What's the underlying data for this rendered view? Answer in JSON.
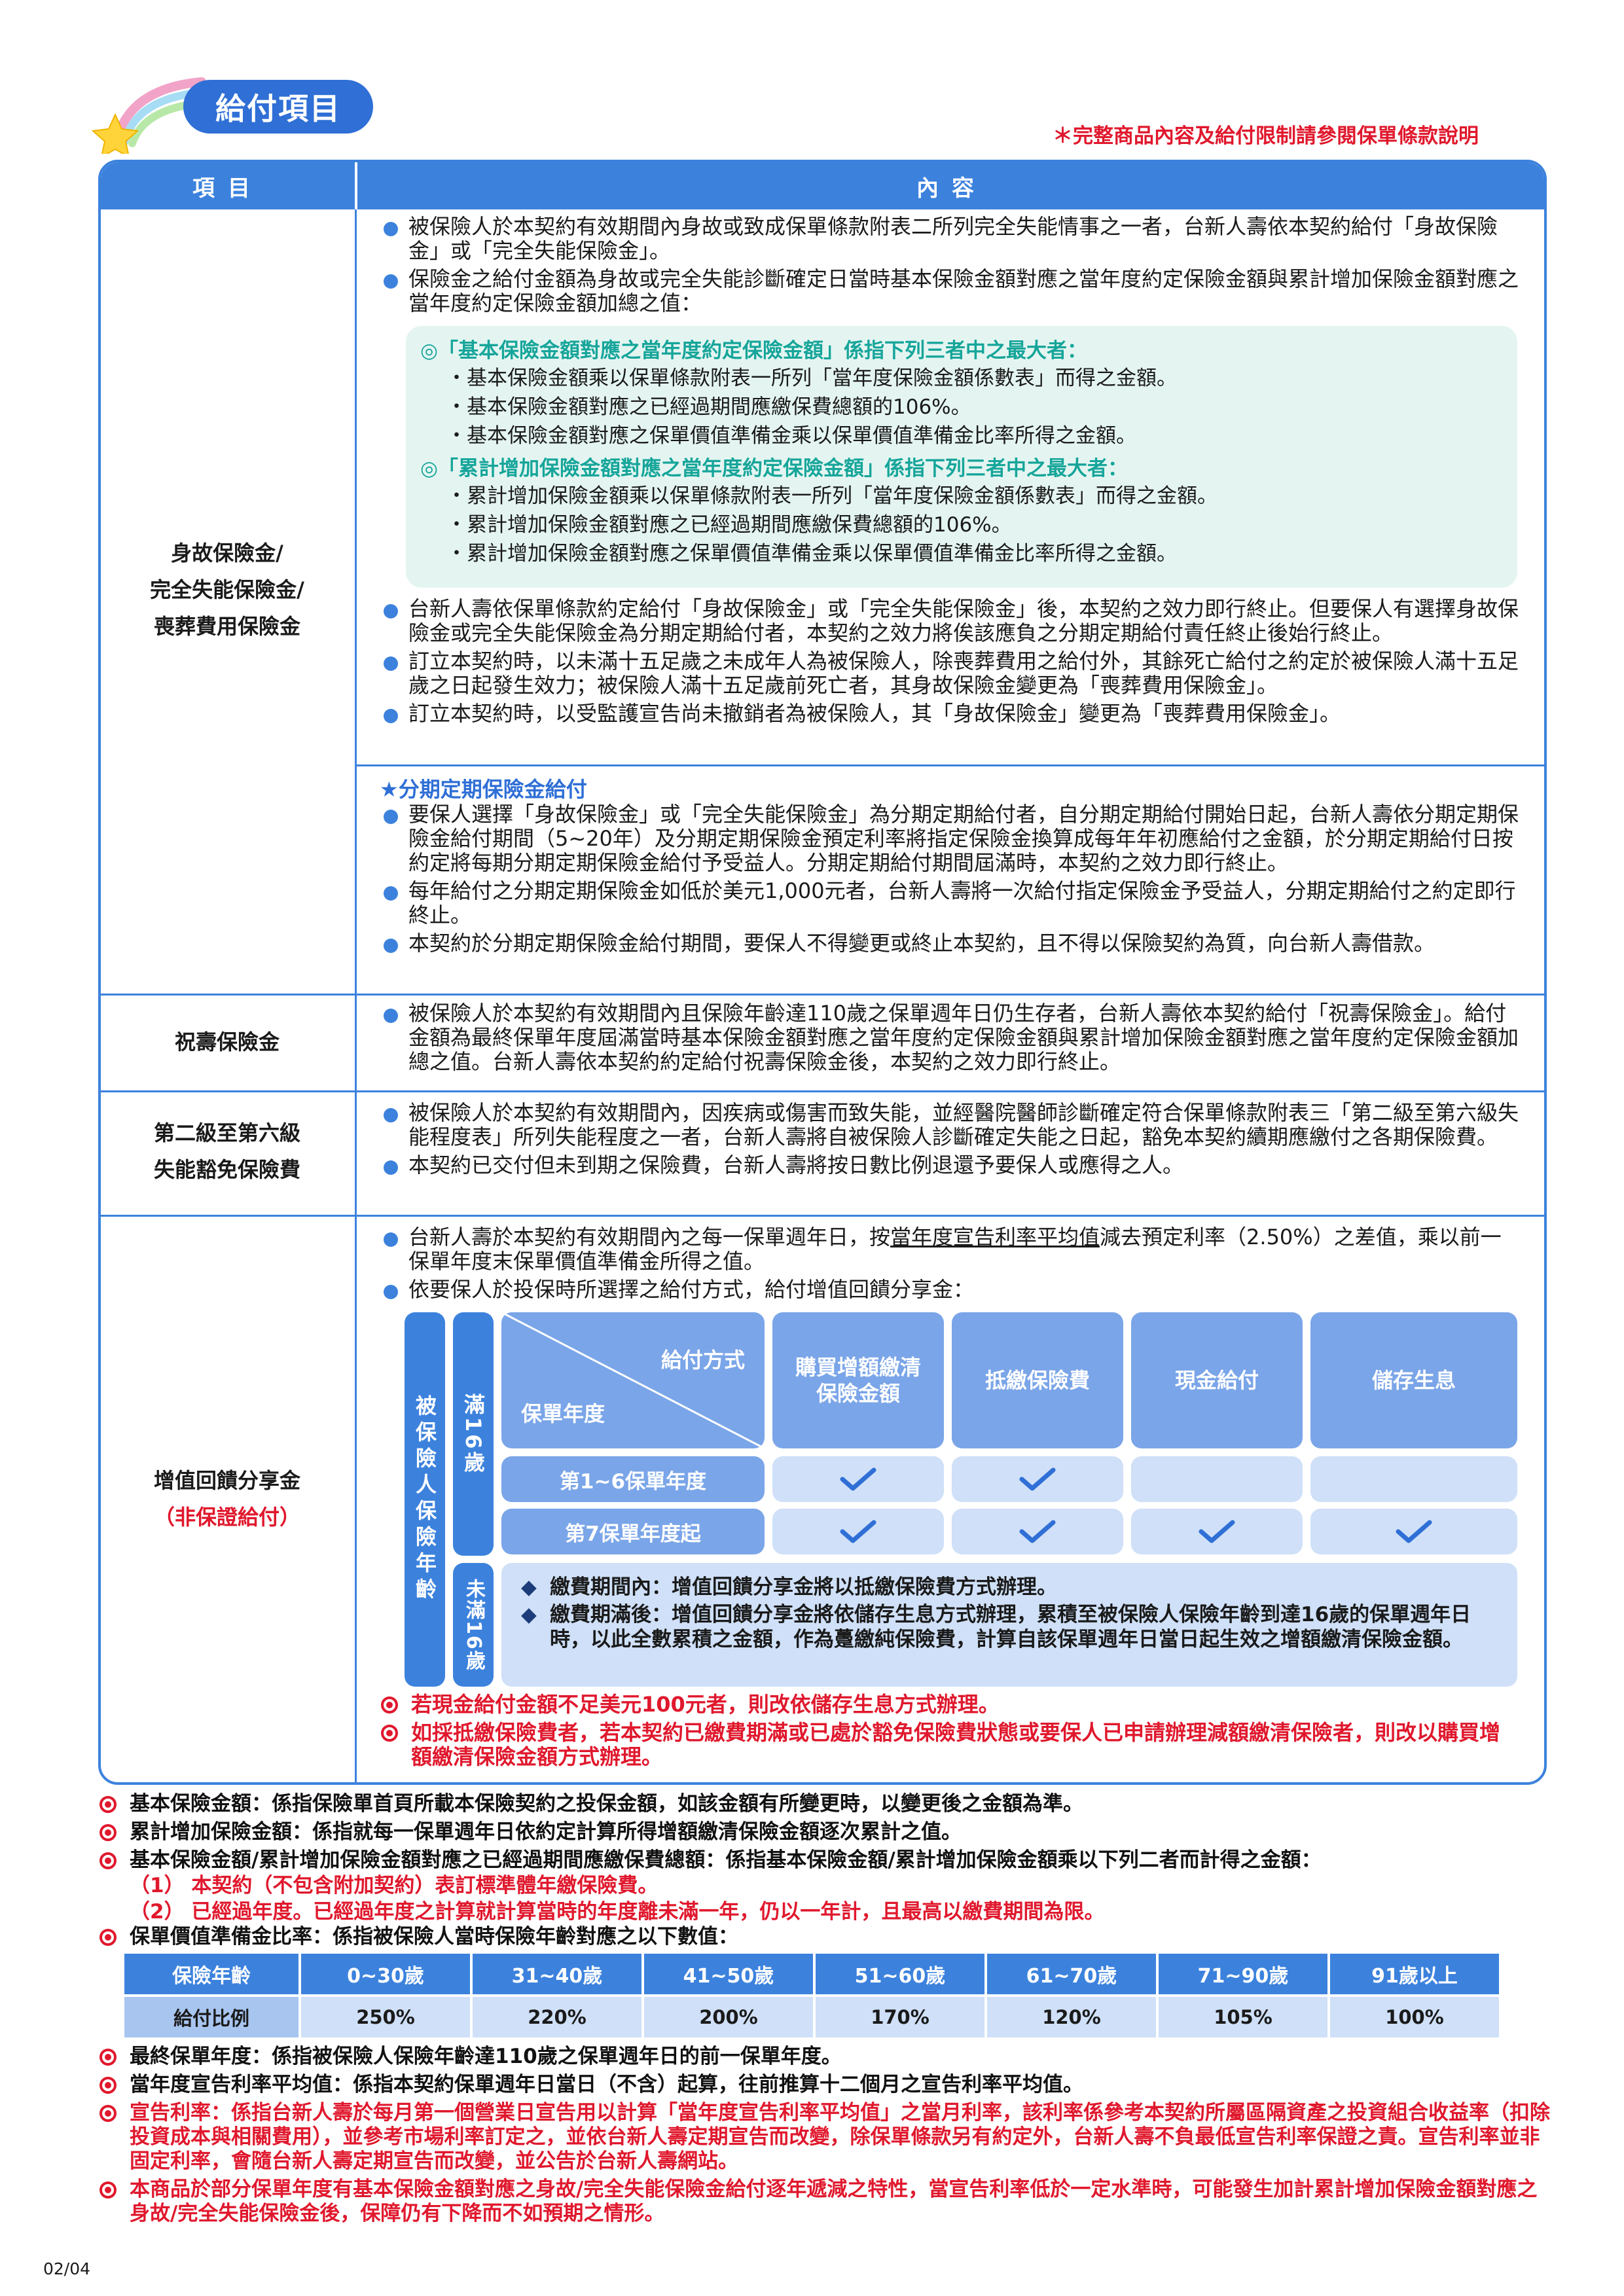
{
  "header": {
    "title": "給付項目",
    "disclaimer": "＊完整商品內容及給付限制請參閱保單條款說明"
  },
  "table": {
    "col_item": "項目",
    "col_content": "內容"
  },
  "death": {
    "label": [
      "身故保險金/",
      "完全失能保險金/",
      "喪葬費用保險金"
    ],
    "p1": "被保險人於本契約有效期間內身故或致成保單條款附表二所列完全失能情事之一者，台新人壽依本契約給付「身故保險金」或「完全失能保險金」。",
    "p2": "保險金之給付金額為身故或完全失能診斷確定日當時基本保險金額對應之當年度約定保險金額與累計增加保險金額對應之當年度約定保險金額加總之值：",
    "box1_title": "◎「基本保險金額對應之當年度約定保險金額」係指下列三者中之最大者：",
    "box1_items": [
      "・基本保險金額乘以保單條款附表一所列「當年度保險金額係數表」而得之金額。",
      "・基本保險金額對應之已經過期間應繳保費總額的106%。",
      "・基本保險金額對應之保單價值準備金乘以保單價值準備金比率所得之金額。"
    ],
    "box2_title": "◎「累計增加保險金額對應之當年度約定保險金額」係指下列三者中之最大者：",
    "box2_items": [
      "・累計增加保險金額乘以保單條款附表一所列「當年度保險金額係數表」而得之金額。",
      "・累計增加保險金額對應之已經過期間應繳保費總額的106%。",
      "・累計增加保險金額對應之保單價值準備金乘以保單價值準備金比率所得之金額。"
    ],
    "p3": "台新人壽依保單條款約定給付「身故保險金」或「完全失能保險金」後，本契約之效力即行終止。但要保人有選擇身故保險金或完全失能保險金為分期定期給付者，本契約之效力將俟該應負之分期定期給付責任終止後始行終止。",
    "p4": "訂立本契約時，以未滿十五足歲之未成年人為被保險人，除喪葬費用之給付外，其餘死亡給付之約定於被保險人滿十五足歲之日起發生效力；被保險人滿十五足歲前死亡者，其身故保險金變更為「喪葬費用保險金」。",
    "p5": "訂立本契約時，以受監護宣告尚未撤銷者為被保險人，其「身故保險金」變更為「喪葬費用保險金」。",
    "install_title": "★分期定期保險金給付",
    "i1": "要保人選擇「身故保險金」或「完全失能保險金」為分期定期給付者，自分期定期給付開始日起，台新人壽依分期定期保險金給付期間（5~20年）及分期定期保險金預定利率將指定保險金換算成每年年初應給付之金額，於分期定期給付日按約定將每期分期定期保險金給付予受益人。分期定期給付期間屆滿時，本契約之效力即行終止。",
    "i2": "每年給付之分期定期保險金如低於美元1,000元者，台新人壽將一次給付指定保險金予受益人，分期定期給付之約定即行終止。",
    "i3": "本契約於分期定期保險金給付期間，要保人不得變更或終止本契約，且不得以保險契約為質，向台新人壽借款。"
  },
  "longevity": {
    "label": "祝壽保險金",
    "p1": "被保險人於本契約有效期間內且保險年齡達110歲之保單週年日仍生存者，台新人壽依本契約給付「祝壽保險金」。給付金額為最終保單年度屆滿當時基本保險金額對應之當年度約定保險金額與累計增加保險金額對應之當年度約定保險金額加總之值。台新人壽依本契約約定給付祝壽保險金後，本契約之效力即行終止。"
  },
  "waiver": {
    "label": [
      "第二級至第六級",
      "失能豁免保險費"
    ],
    "p1": "被保險人於本契約有效期間內，因疾病或傷害而致失能，並經醫院醫師診斷確定符合保單條款附表三「第二級至第六級失能程度表」所列失能程度之一者，台新人壽將自被保險人診斷確定失能之日起，豁免本契約續期應繳付之各期保險費。",
    "p2": "本契約已交付但未到期之保險費，台新人壽將按日數比例退還予要保人或應得之人。"
  },
  "dividend": {
    "label": "增值回饋分享金",
    "label_note": "（非保證給付）",
    "p1a": "台新人壽於本契約有效期間內之每一保單週年日，按",
    "p1u": "當年度宣告利率平均值",
    "p1b": "減去預定利率（2.50%）之差值，乘以前一保單年度末保單價值準備金所得之值。",
    "p2": "依要保人於投保時所選擇之給付方式，給付增值回饋分享金：",
    "vert_age": "被保險人保險年齡",
    "vert_over16": "滿16歲",
    "vert_under16": "未滿16歲",
    "hdr_method": "給付方式",
    "hdr_year": "保單年度",
    "methods": [
      "購買增額繳清保險金額",
      "抵繳保險費",
      "現金給付",
      "儲存生息"
    ],
    "rows": [
      {
        "label": "第1~6保單年度",
        "checks": [
          true,
          true,
          false,
          false
        ]
      },
      {
        "label": "第7保單年度起",
        "checks": [
          true,
          true,
          true,
          true
        ]
      }
    ],
    "u1": "繳費期間內：增值回饋分享金將以抵繳保險費方式辦理。",
    "u2": "繳費期滿後：增值回饋分享金將依儲存生息方式辦理，累積至被保險人保險年齡到達16歲的保單週年日時，以此全數累積之金額，作為躉繳純保險費，計算自該保單週年日當日起生效之增額繳清保險金額。",
    "n1": "若現金給付金額不足美元100元者，則改依儲存生息方式辦理。",
    "n2": "如採抵繳保險費者，若本契約已繳費期滿或已處於豁免保險費狀態或要保人已申請辦理減額繳清保險者，則改以購買增額繳清保險金額方式辦理。"
  },
  "defs": {
    "d1": "基本保險金額：係指保險單首頁所載本保險契約之投保金額，如該金額有所變更時，以變更後之金額為準。",
    "d2": "累計增加保險金額：係指就每一保單週年日依約定計算所得增額繳清保險金額逐次累計之值。",
    "d3": "基本保險金額/累計增加保險金額對應之已經過期間應繳保費總額：係指基本保險金額/累計增加保險金額乘以下列二者而計得之金額：",
    "d3a": "（1） 本契約（不包含附加契約）表訂標準體年繳保險費。",
    "d3b": "（2） 已經過年度。已經過年度之計算就計算當時的年度離未滿一年，仍以一年計，且最高以繳費期間為限。",
    "d4": "保單價值準備金比率：係指被保險人當時保險年齡對應之以下數值：",
    "ratio_hdr": [
      "保險年齡",
      "0~30歲",
      "31~40歲",
      "41~50歲",
      "51~60歲",
      "61~70歲",
      "71~90歲",
      "91歲以上"
    ],
    "ratio_row": [
      "給付比例",
      "250%",
      "220%",
      "200%",
      "170%",
      "120%",
      "105%",
      "100%"
    ],
    "d5": "最終保單年度：係指被保險人保險年齡達110歲之保單週年日的前一保單年度。",
    "d6": "當年度宣告利率平均值：係指本契約保單週年日當日（不含）起算，往前推算十二個月之宣告利率平均值。",
    "d7": "宣告利率：係指台新人壽於每月第一個營業日宣告用以計算「當年度宣告利率平均值」之當月利率，該利率係參考本契約所屬區隔資產之投資組合收益率（扣除投資成本與相關費用），並參考市場利率訂定之，並依台新人壽定期宣告而改變，除保單條款另有約定外，台新人壽不負最低宣告利率保證之責。宣告利率並非固定利率，會隨台新人壽定期宣告而改變，並公告於台新人壽網站。",
    "d8": "本商品於部分保單年度有基本保險金額對應之身故/完全失能保險金給付逐年遞減之特性，當宣告利率低於一定水準時，可能發生加計累計增加保險金額對應之身故/完全失能保險金後，保障仍有下降而不如預期之情形。"
  },
  "footer": {
    "page": "02/04"
  },
  "colors": {
    "primary": "#3c82dd",
    "light": "#e7f0fc",
    "mint": "#e4f5f1",
    "red": "#e0182d"
  }
}
